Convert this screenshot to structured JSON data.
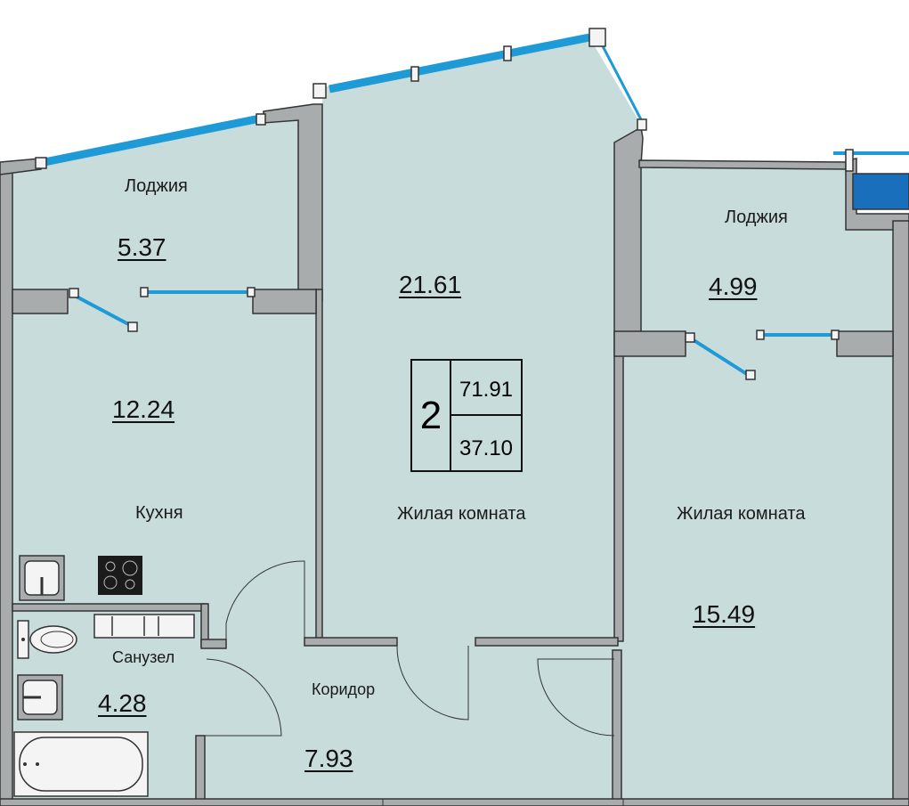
{
  "colors": {
    "floor": "#c8dcdc",
    "wall": "#a9acad",
    "wall_edge": "#333333",
    "glazing": "#1e9ad6"
  },
  "plan": {
    "flat": {
      "rooms": "2",
      "total_area": "71.91",
      "living_area": "37.10"
    },
    "rooms": [
      {
        "id": "loggia-left",
        "name": "Лоджия",
        "area": "5.37"
      },
      {
        "id": "living-center",
        "name": "Жилая комната",
        "area": "21.61"
      },
      {
        "id": "loggia-right",
        "name": "Лоджия",
        "area": "4.99"
      },
      {
        "id": "kitchen",
        "name": "Кухня",
        "area": "12.24"
      },
      {
        "id": "living-right",
        "name": "Жилая комната",
        "area": "15.49"
      },
      {
        "id": "bathroom",
        "name": "Санузел",
        "area": "4.28"
      },
      {
        "id": "corridor",
        "name": "Коридор",
        "area": "7.93"
      }
    ],
    "fixtures": [
      "kitchen-sink-icon",
      "cooktop-icon",
      "toilet-icon",
      "washbasin-icon",
      "bathtub-icon"
    ]
  }
}
